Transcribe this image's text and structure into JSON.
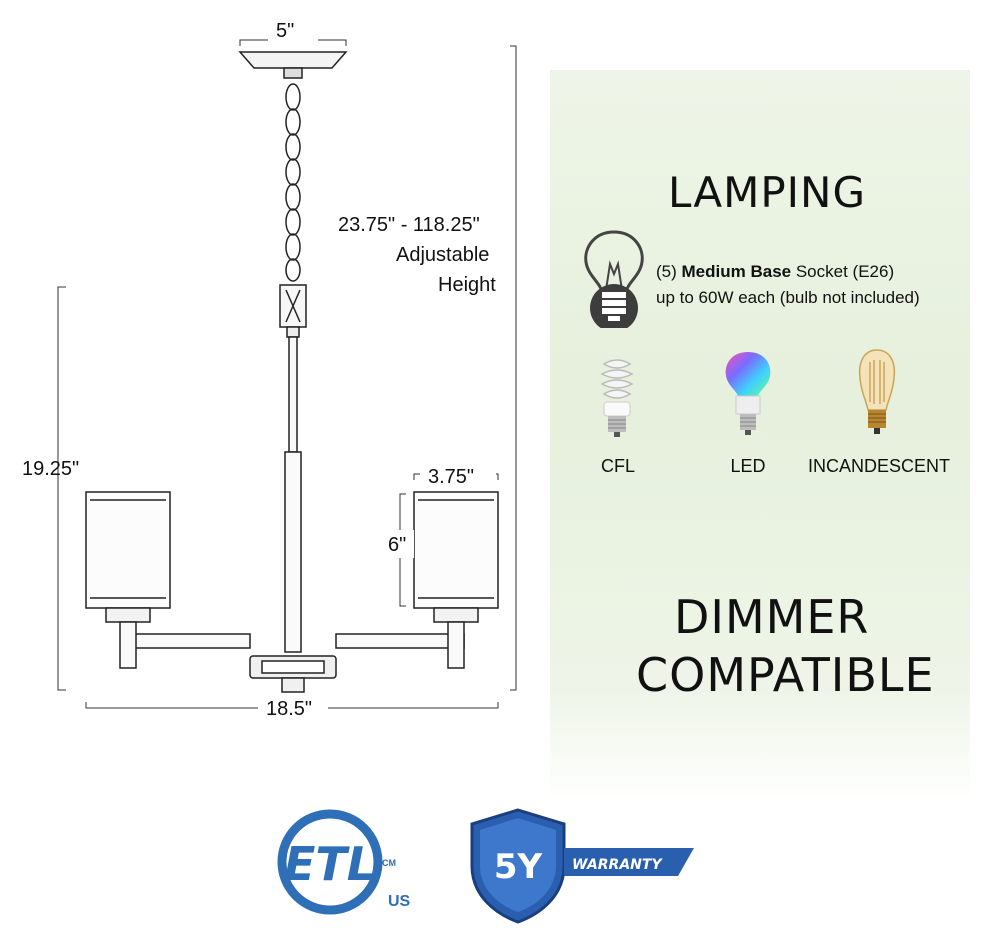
{
  "dimensions": {
    "canopy_width": "5\"",
    "chain_height": "23.75\" - 118.25\"",
    "adjustable": "Adjustable",
    "height_word": "Height",
    "body_height": "19.25\"",
    "shade_width": "3.75\"",
    "shade_height": "6\"",
    "overall_width": "18.5\""
  },
  "lamping": {
    "title": "LAMPING",
    "count": "(5)",
    "base_bold": "Medium Base",
    "socket": "Socket (E26)",
    "wattage": "up to 60W each (bulb not included)"
  },
  "bulbs": [
    {
      "label": "CFL",
      "icon": "cfl-bulb-icon"
    },
    {
      "label": "LED",
      "icon": "led-bulb-icon"
    },
    {
      "label": "INCANDESCENT",
      "icon": "incandescent-bulb-icon"
    }
  ],
  "dimmer": {
    "line1": "DIMMER",
    "line2": "COMPATIBLE"
  },
  "badges": {
    "etl_letters": "ETL",
    "etl_cm": "CM",
    "etl_us": "US",
    "warranty_years": "5Y",
    "warranty_word": "WARRANTY"
  },
  "colors": {
    "etl_blue": "#2f6fb7",
    "shield_blue": "#2a5fb0",
    "panel_green": "#e8f1df"
  }
}
